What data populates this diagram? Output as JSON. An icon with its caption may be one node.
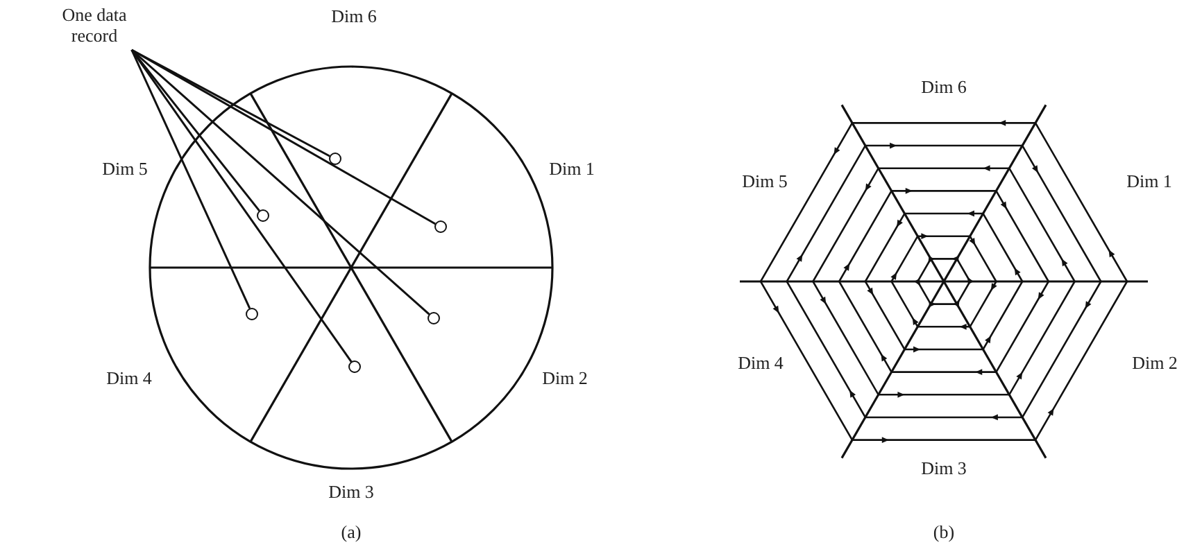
{
  "diagram": {
    "nodes": [
      {
        "text": [
          "One data record"
        ]
      },
      {
        "text": [],
        "shape": "circle"
      },
      {
        "text": [],
        "shape": "circle"
      },
      {
        "text": [],
        "shape": "circle"
      },
      {
        "text": [],
        "shape": "circle"
      },
      {
        "text": [],
        "shape": "circle"
      },
      {
        "text": [],
        "shape": "circle"
      }
    ],
    "edges": [
      {
        "from": 0,
        "to": 1,
        "arrow": "none"
      },
      {
        "from": 0,
        "to": 2,
        "arrow": "none"
      },
      {
        "from": 0,
        "to": 3,
        "arrow": "none"
      },
      {
        "from": 0,
        "to": 4,
        "arrow": "none"
      },
      {
        "from": 0,
        "to": 5,
        "arrow": "none"
      },
      {
        "from": 0,
        "to": 6,
        "arrow": "none"
      }
    ],
    "labels": [
      "Dim 6",
      "Dim 5",
      "Dim 1",
      "Dim 4",
      "Dim 2",
      "Dim 3",
      "(a)",
      "Dim 6",
      "Dim 5",
      "Dim 1",
      "Dim 4",
      "Dim 2",
      "Dim 3",
      "(b)"
    ]
  }
}
